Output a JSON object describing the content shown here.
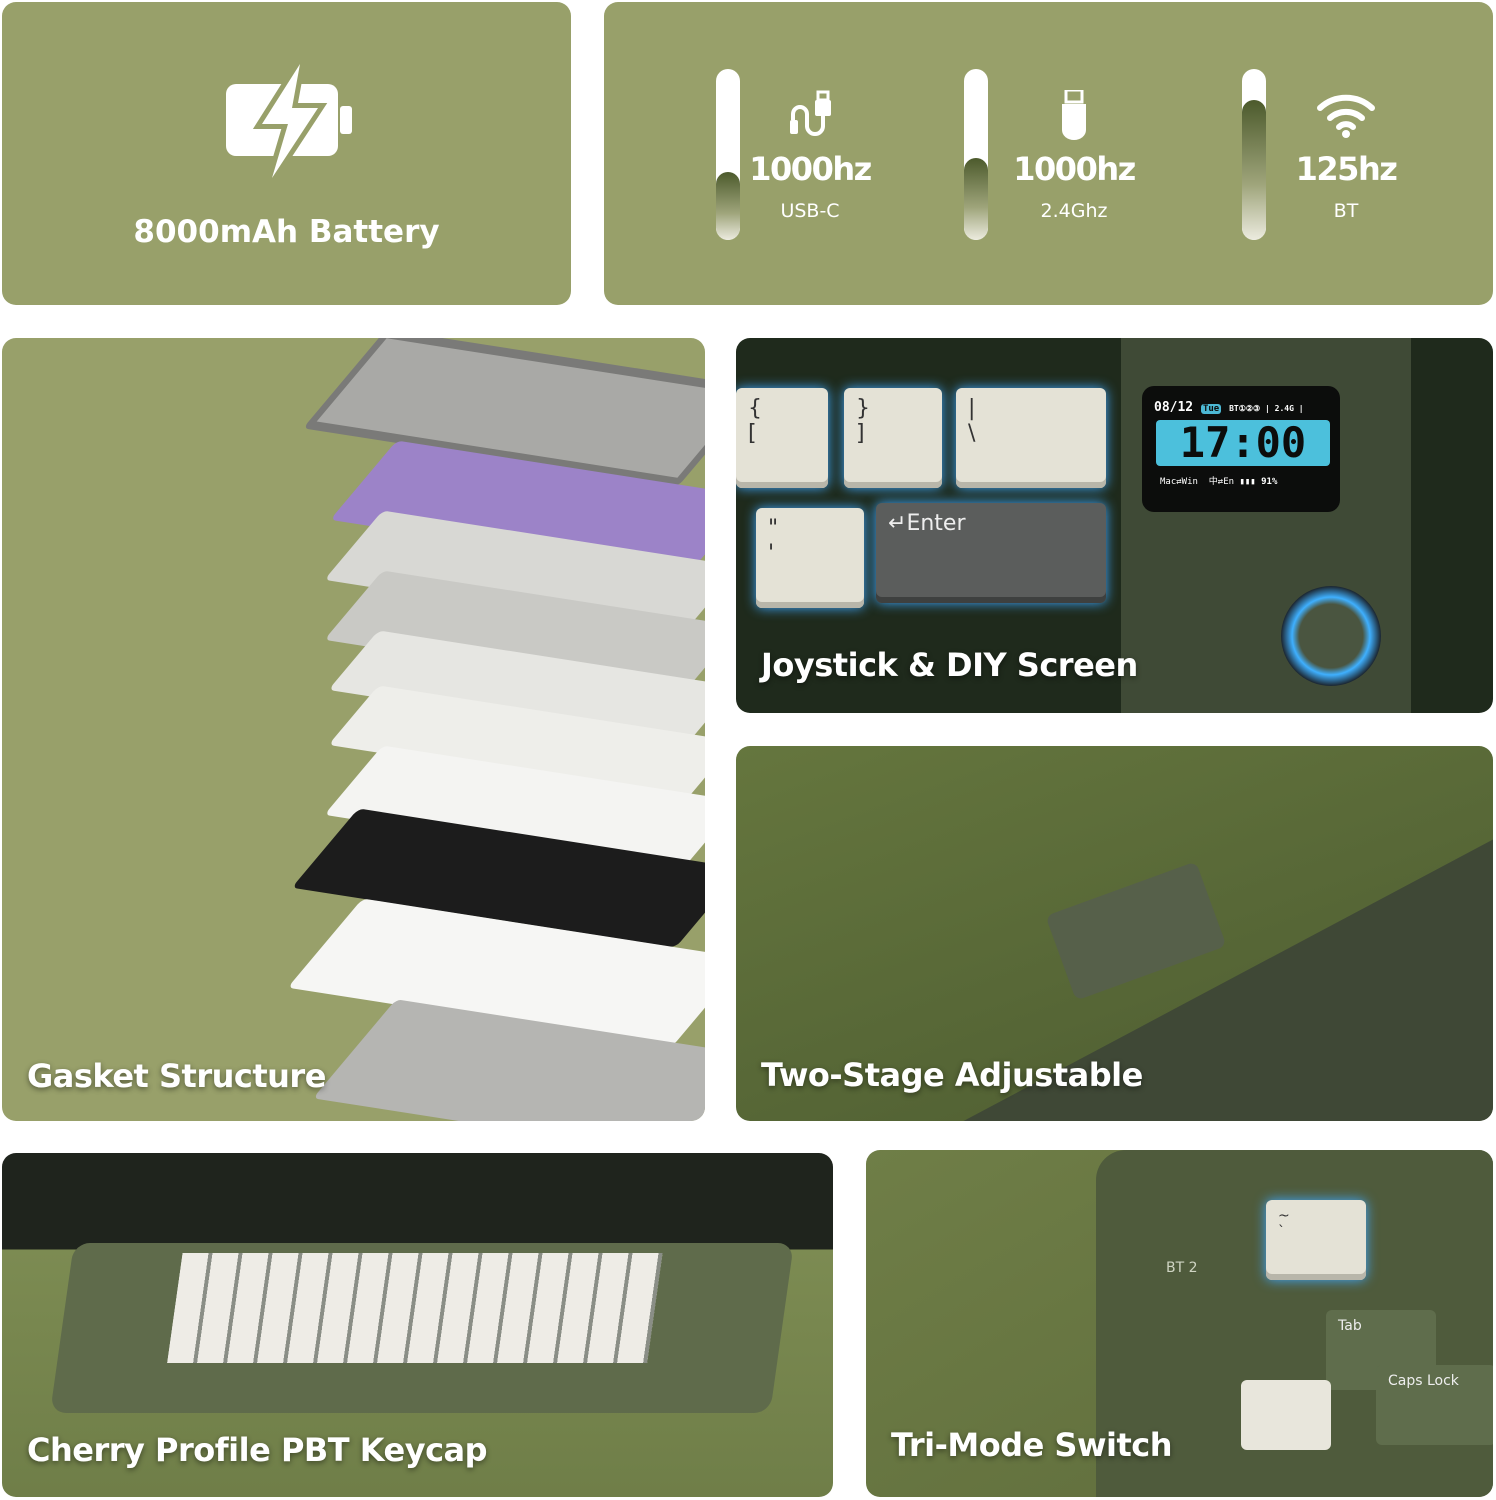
{
  "battery": {
    "icon": "battery-charging-icon",
    "title": "8000mAh Battery"
  },
  "polling_rates": [
    {
      "icon": "usb-c-cable-icon",
      "rate": "1000hz",
      "mode": "USB-C",
      "level_percent": 40
    },
    {
      "icon": "usb-dongle-icon",
      "rate": "1000hz",
      "mode": "2.4Ghz",
      "level_percent": 48
    },
    {
      "icon": "wifi-icon",
      "rate": "125hz",
      "mode": "BT",
      "level_percent": 82
    }
  ],
  "features": {
    "gasket": "Gasket Structure",
    "screen": "Joystick & DIY Screen",
    "stand": "Two-Stage Adjustable",
    "keycap": "Cherry Profile PBT Keycap",
    "switch": "Tri-Mode Switch"
  },
  "screen_display": {
    "date": "08/12",
    "day": "Tue",
    "status": "BT①②③ | 2.4G |",
    "time": "17:00",
    "os_toggle": "Mac⇄Win",
    "lang_toggle": "中⇄En",
    "battery": "91%"
  },
  "keycaps": {
    "enter": "Enter",
    "caps": "Caps Lock",
    "tab": "Tab",
    "bt": "BT 2"
  },
  "colors": {
    "panel": "#98a06a",
    "text": "#ffffff",
    "bar_dark": "#4c5a2c"
  }
}
